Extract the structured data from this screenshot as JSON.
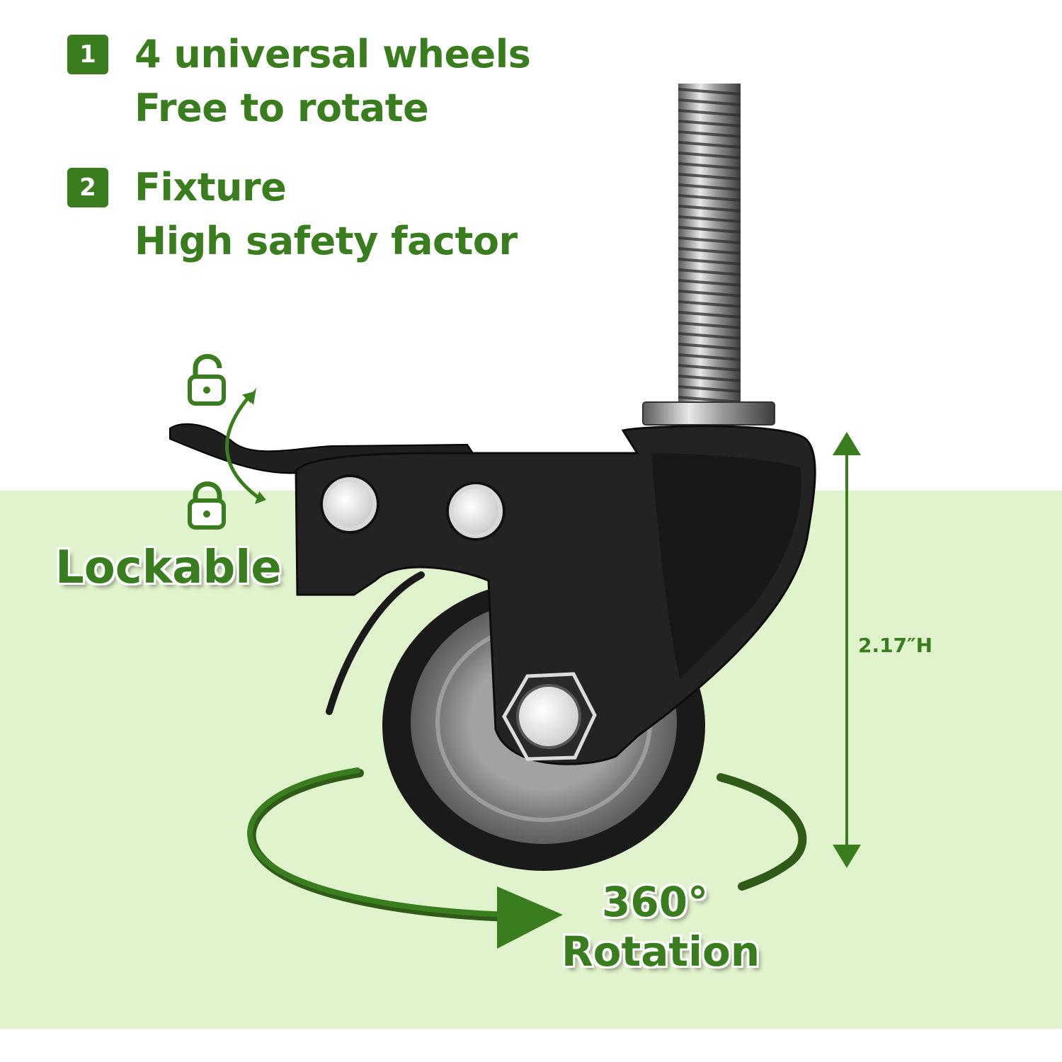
{
  "features": [
    {
      "number": "1",
      "line1": "4 universal wheels",
      "line2": "Free to rotate"
    },
    {
      "number": "2",
      "line1": "Fixture",
      "line2": "High safety factor"
    }
  ],
  "lock": {
    "label": "Lockable",
    "icons": [
      "unlocked-padlock-icon",
      "locked-padlock-icon"
    ]
  },
  "rotation": {
    "degrees": "360°",
    "label": "Rotation"
  },
  "dimension": {
    "height": "2.17″H"
  },
  "colors": {
    "accent": "#3a7d1e",
    "floor": "#e1f3cc",
    "caster": "#1c1c1c",
    "wheel_core": "#8a8a8a"
  }
}
